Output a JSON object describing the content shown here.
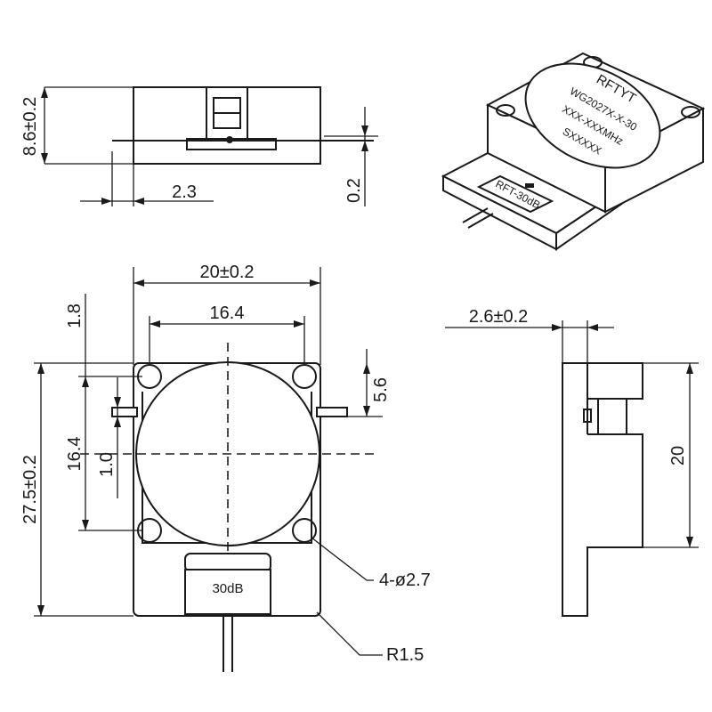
{
  "dimensions": {
    "side_height": "8.6±0.2",
    "pin_offset": "2.3",
    "pin_thickness": "0.2",
    "width": "20±0.2",
    "hole_pitch_x": "16.4",
    "hole_pitch_y": "16.4",
    "tab_offset": "1.8",
    "height": "27.5±0.2",
    "pin_width": "1.0",
    "hole_to_tab": "5.6",
    "end_thickness": "2.6±0.2",
    "end_height": "20",
    "holes": "4-ø2.7",
    "corner_radius": "R1.5"
  },
  "markings": {
    "top_label": "30dB",
    "brand": "RFTYT",
    "part_number": "WG2027X-X-30",
    "frequency": "XXX-XXXMHz",
    "serial": "SXXXXX",
    "pcb_label": "RFT-30dB"
  }
}
